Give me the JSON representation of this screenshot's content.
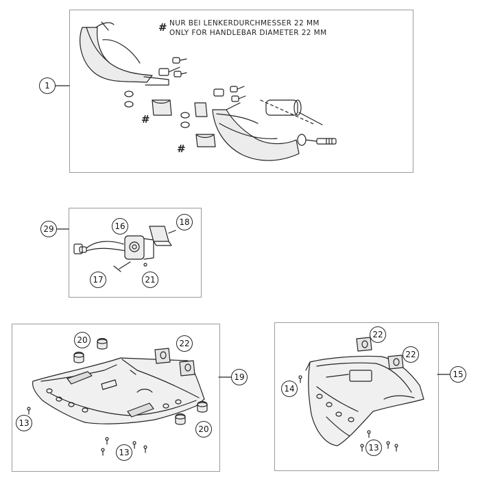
{
  "note": {
    "mark": "#",
    "line1": "NUR BEI LENKERDURCHMESSER 22 MM",
    "line2": "ONLY FOR HANDLEBAR DIAMETER 22 MM"
  },
  "hash_mark": "#",
  "callouts": {
    "handguard_kit": "1",
    "switch_kit": "29",
    "switch_body": "16",
    "switch_cap": "18",
    "switch_screw": "17",
    "switch_washer": "21",
    "bash_rubber_left": "20",
    "bash_rubber_right": "20",
    "bash_bracket": "22",
    "bash_plate": "19",
    "bash_screw_left": "13",
    "bash_screw_bottom": "13",
    "skid_rubber_top": "22",
    "skid_rubber_right": "22",
    "skid_plate": "15",
    "skid_screw_left": "14",
    "skid_screw_bottom": "13"
  }
}
